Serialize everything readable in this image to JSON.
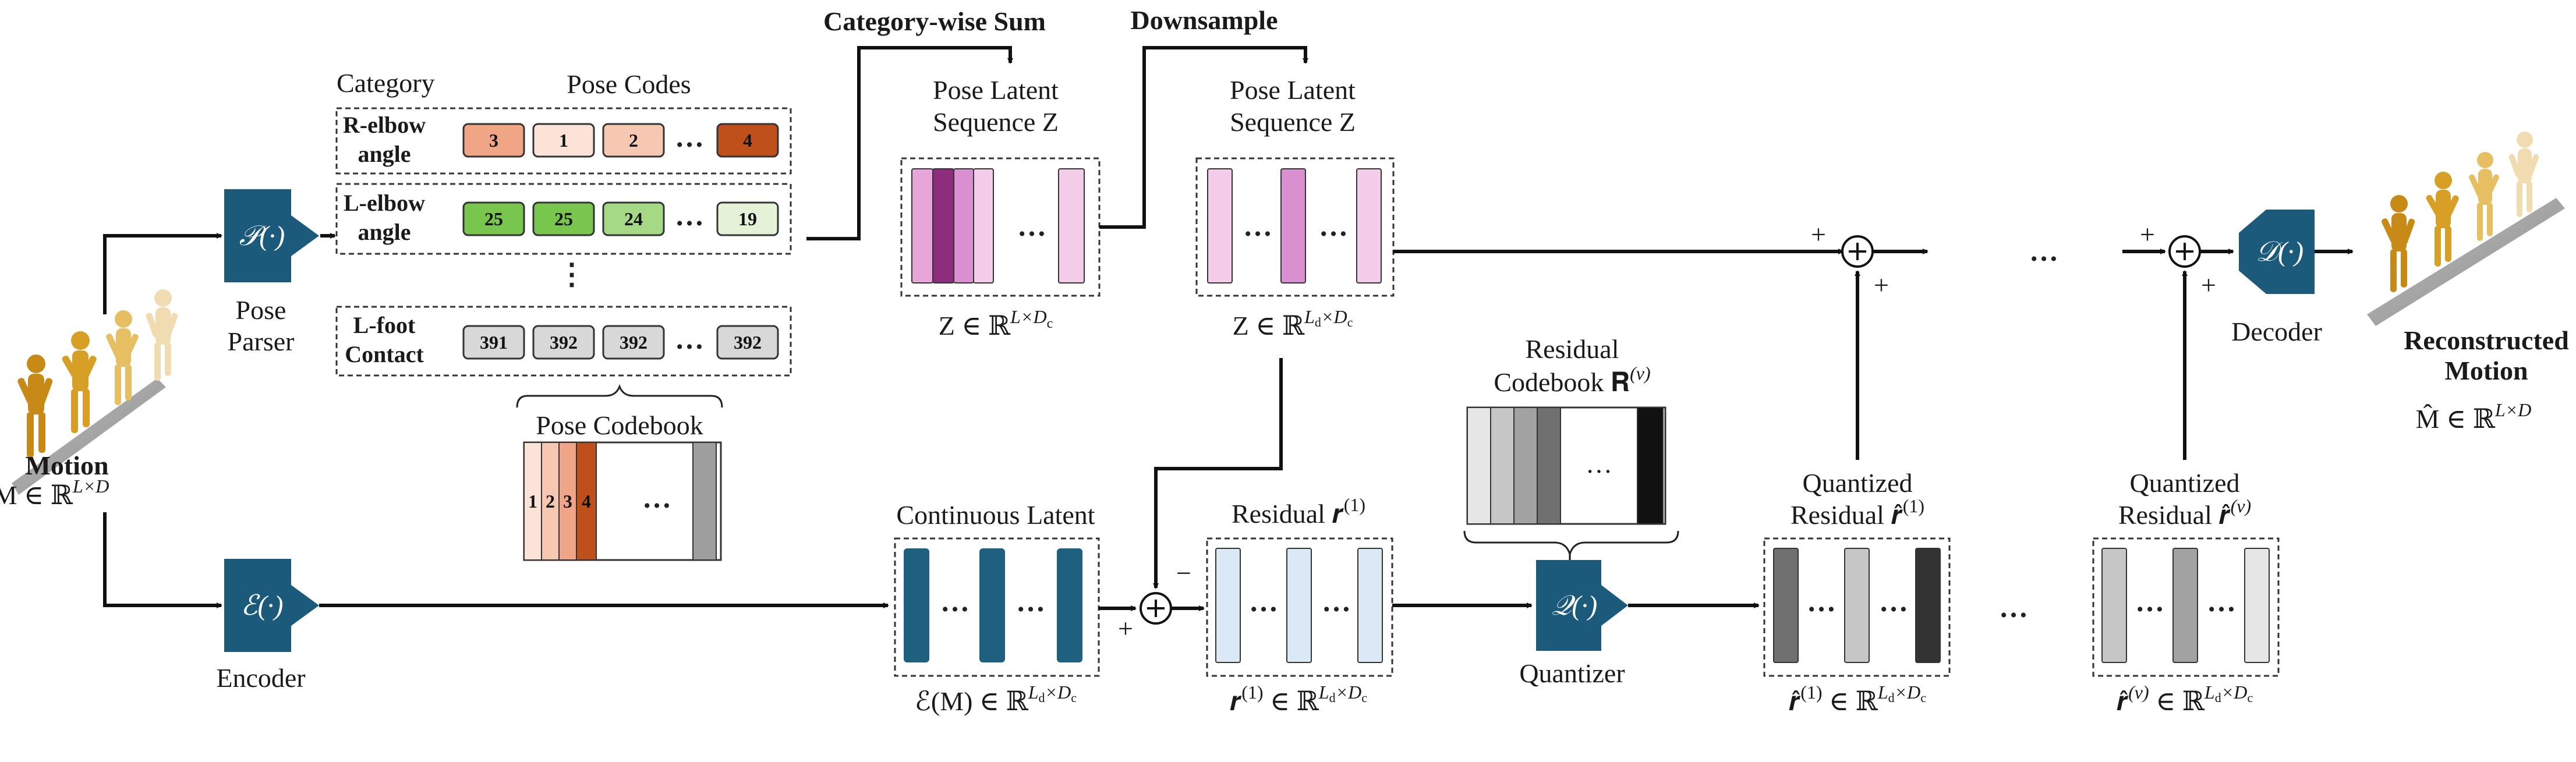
{
  "diagram": {
    "top_labels": {
      "category_wise_sum": "Category-wise Sum",
      "downsample": "Downsample"
    },
    "pose_parser": {
      "symbol": "𝒫(·)",
      "label_line1": "Pose",
      "label_line2": "Parser"
    },
    "encoder": {
      "symbol": "ℰ(·)",
      "label": "Encoder"
    },
    "quantizer": {
      "symbol": "𝒬(·)",
      "label": "Quantizer"
    },
    "decoder": {
      "symbol": "𝒟(·)",
      "label": "Decoder"
    },
    "motion_input": {
      "title": "Motion",
      "formula": "M ∈ ℝ",
      "formula_sup": "L×D"
    },
    "reconstructed": {
      "title_line1": "Reconstructed",
      "title_line2": "Motion",
      "formula": "M̂ ∈ ℝ",
      "formula_sup": "L×D"
    },
    "pose_codes_panel": {
      "category_header": "Category",
      "codes_header": "Pose Codes",
      "rows": [
        {
          "name_line1": "R-elbow",
          "name_line2": "angle",
          "codes": [
            "3",
            "1",
            "2"
          ],
          "last_code": "4",
          "colors": [
            "#f0a587",
            "#fbe3d8",
            "#f6c8b2"
          ],
          "last_color": "#c0501b",
          "last_text_color": "#111"
        },
        {
          "name_line1": "L-elbow",
          "name_line2": "angle",
          "codes": [
            "25",
            "25",
            "24"
          ],
          "last_code": "19",
          "colors": [
            "#79c64f",
            "#79c64f",
            "#a5d985"
          ],
          "last_color": "#e4f3d8",
          "last_text_color": "#111"
        },
        {
          "name_line1": "L-foot",
          "name_line2": "Contact",
          "codes": [
            "391",
            "392",
            "392"
          ],
          "last_code": "392",
          "colors": [
            "#d8d8d8",
            "#d8d8d8",
            "#d8d8d8"
          ],
          "last_color": "#d8d8d8",
          "last_text_color": "#111"
        }
      ],
      "ellipsis": "…",
      "vertical_ellipsis": "⋮"
    },
    "pose_codebook": {
      "label": "Pose Codebook",
      "entries": [
        "1",
        "2",
        "3",
        "4"
      ],
      "ellipsis": "…"
    },
    "pose_latent_1": {
      "title_line1": "Pose Latent",
      "title_line2": "Sequence Z",
      "formula": "Z ∈ ℝ",
      "formula_sup": "L×D",
      "formula_sub": "c"
    },
    "pose_latent_2": {
      "title_line1": "Pose Latent",
      "title_line2": "Sequence Z",
      "formula": "Z ∈ ℝ",
      "formula_sup": "L",
      "formula_sup_sub": "d",
      "formula_sup2": "×D",
      "formula_sup2_sub": "c"
    },
    "continuous_latent": {
      "title": "Continuous Latent",
      "formula": "ℰ(M) ∈ ℝ"
    },
    "residual_1": {
      "title": "Residual 𝒓",
      "title_sup": "(1)",
      "formula": "𝒓"
    },
    "residual_codebook": {
      "title_line1": "Residual",
      "title_line2": "Codebook 𝐑",
      "title_sup": "(v)",
      "ellipsis": "…"
    },
    "quantized_1": {
      "title_line1": "Quantized",
      "title_line2": "Residual 𝒓̂",
      "title_sup": "(1)",
      "formula": "𝒓̂"
    },
    "quantized_v": {
      "title_line1": "Quantized",
      "title_line2": "Residual 𝒓̂",
      "title_sup": "(v)",
      "formula": "𝒓̂"
    },
    "signs": {
      "plus": "+",
      "minus": "−",
      "oplus": "+",
      "ellipsis": "…"
    },
    "colors": {
      "module_blue": "#1c5a7c",
      "pink_light": "#f4cbe9",
      "pink_mid": "#d98fd0",
      "pink_dark": "#8e2c7e",
      "teal_latent": "#1f5f7f",
      "residual_fill": "#dbe9f6",
      "code_orange_dark": "#c0501b",
      "code_green": "#79c64f"
    }
  }
}
